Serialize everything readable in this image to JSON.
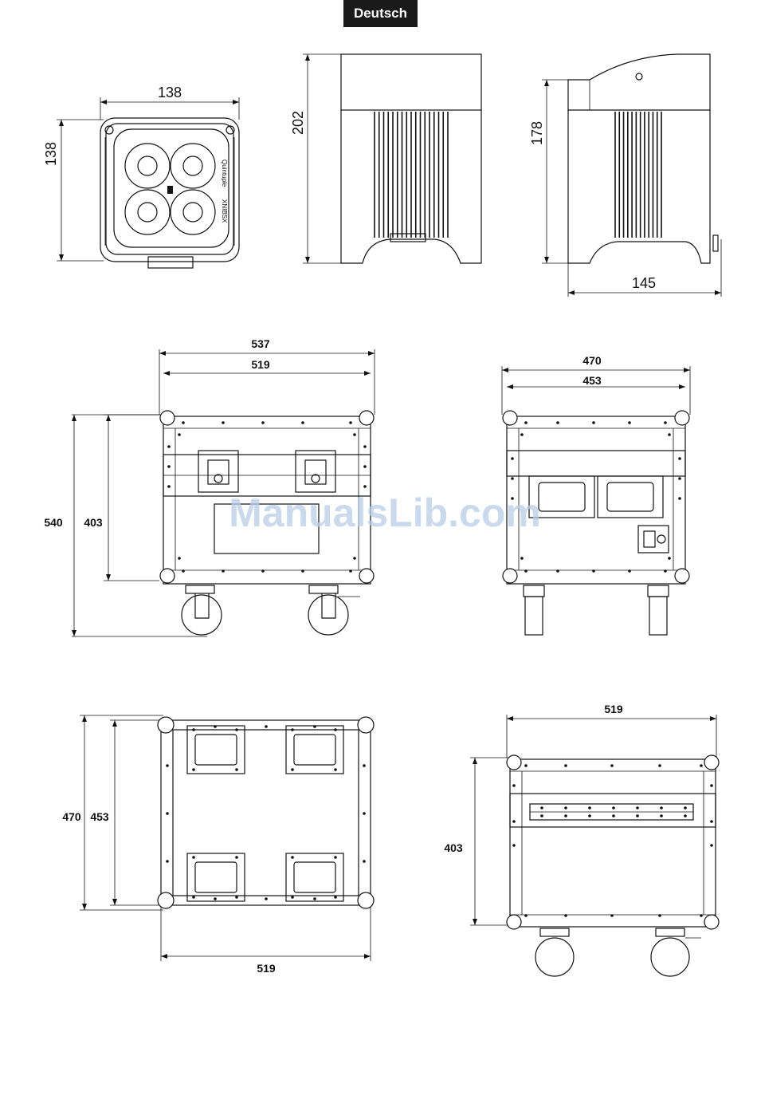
{
  "header": {
    "language_badge": "Deutsch"
  },
  "dimensions": {
    "top_left_width": "138",
    "top_left_height": "138",
    "top_mid_height": "202",
    "top_right_height": "178",
    "top_right_depth": "145",
    "case_front_outer_width": "537",
    "case_front_inner_width": "519",
    "case_front_total_height": "540",
    "case_front_body_height": "403",
    "case_side_outer_width": "470",
    "case_side_inner_width": "453",
    "case_top_depth_outer": "470",
    "case_top_depth_inner": "453",
    "case_top_width": "519",
    "case_back_width": "519",
    "case_back_height": "403"
  },
  "device_label": {
    "brand": "XNIBSX",
    "model": "Quintuple"
  },
  "watermark": "ManualsLib.com"
}
